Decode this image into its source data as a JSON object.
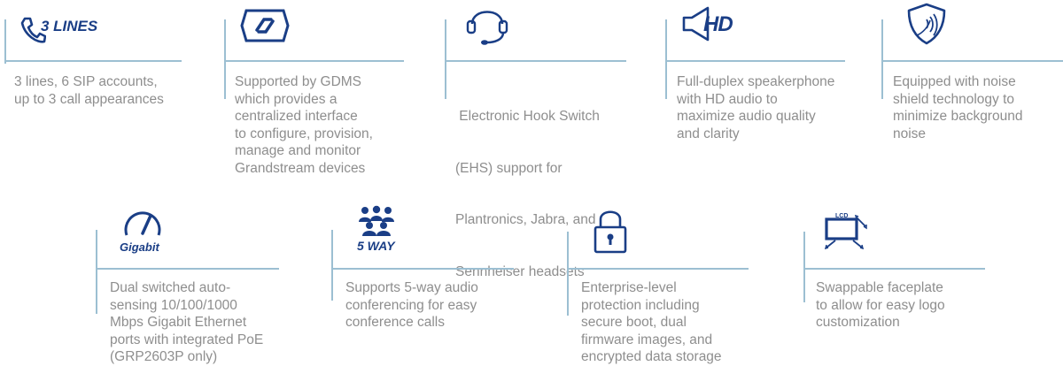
{
  "colors": {
    "accent": "#1a3e86",
    "line": "#9cbfd2",
    "text": "#8e8e8e"
  },
  "features": {
    "lines": {
      "icon": "phone-icon",
      "label": "3 LINES",
      "desc": [
        "3 lines, 6 SIP accounts,",
        "up to 3 call appearances"
      ]
    },
    "gdms": {
      "icon": "gdms-cloud-icon",
      "desc": [
        "Supported by GDMS",
        "which provides a",
        "centralized interface",
        "to configure, provision,",
        "manage and monitor",
        "Grandstream devices"
      ]
    },
    "ehs": {
      "icon": "headset-icon",
      "desc": [
        " Electronic Hook Switch",
        "(EHS) support for",
        "Plantronics, Jabra, and",
        "Sennheiser headsets"
      ]
    },
    "hd": {
      "icon": "hd-speaker-icon",
      "label": "HD",
      "desc": [
        "Full-duplex speakerphone",
        "with HD audio to",
        "maximize audio quality",
        "and clarity"
      ]
    },
    "noise": {
      "icon": "noise-shield-icon",
      "desc": [
        "Equipped with noise",
        "shield technology to",
        "minimize background",
        "noise"
      ]
    },
    "gigabit": {
      "icon": "gauge-icon",
      "label": "Gigabit",
      "desc": [
        "Dual switched auto-",
        "sensing 10/100/1000",
        "Mbps Gigabit Ethernet",
        "ports with integrated PoE",
        "(GRP2603P only)"
      ]
    },
    "fiveway": {
      "icon": "group-icon",
      "label": "5 WAY",
      "desc": [
        "Supports 5-way audio",
        "conferencing for easy",
        "conference calls"
      ]
    },
    "security": {
      "icon": "padlock-icon",
      "desc": [
        "Enterprise-level",
        "protection including",
        "secure boot, dual",
        "firmware images, and",
        "encrypted data storage"
      ]
    },
    "faceplate": {
      "icon": "lcd-faceplate-icon",
      "label": "LCD",
      "desc": [
        "Swappable faceplate",
        "to allow for easy logo",
        "customization"
      ]
    }
  }
}
